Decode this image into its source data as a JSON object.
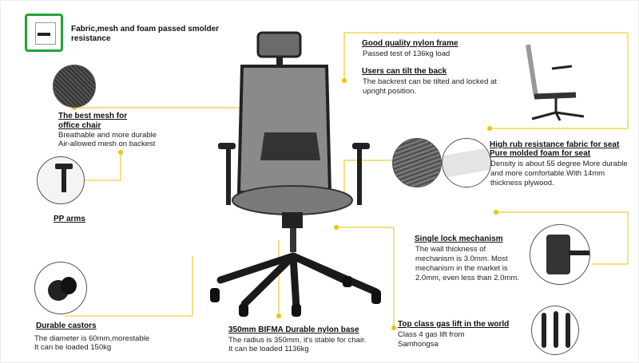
{
  "accent_color": "#f2c200",
  "smolder": {
    "title": "Fabric,mesh and foam passed smolder resistance",
    "icon": "smolder-resistance-badge-icon"
  },
  "mesh": {
    "title": "The best mesh for office chair",
    "lines": [
      "Breathable and more durable",
      "Air-allowed mesh on backest"
    ]
  },
  "arms": {
    "title": "PP arms"
  },
  "castors": {
    "title": "Durable castors",
    "lines": [
      "The diameter is 60mm,morestable",
      "It can be loaded 150kg"
    ]
  },
  "frame": {
    "title": "Good quality nylon frame",
    "lines": [
      "Passed test of 136kg load"
    ]
  },
  "tilt": {
    "title": "Users can tilt the back",
    "lines": [
      "The backrest can be tilted and locked at upright position."
    ]
  },
  "seat": {
    "title1": "High rub resistance fabric for seat",
    "title2": "Pure molded foam for seat",
    "lines": [
      "Density is about 55 degree More durable and more comfortable.With 14mm thickness plywood."
    ]
  },
  "lock": {
    "title": "Single lock mechanism",
    "lines": [
      "The wall thickness of mechanism is 3.0mm. Most mechanism in the market is 2.0mm, even less than 2.0mm."
    ]
  },
  "base": {
    "title": "350mm BIFMA Durable nylon base",
    "lines": [
      "The radius is 350mm, it's stable for chair.",
      "It can be loaded 1136kg"
    ]
  },
  "gaslift": {
    "title": "Top class gas lift in the world",
    "lines": [
      "Class 4 gas lift from Samhongsa"
    ]
  }
}
